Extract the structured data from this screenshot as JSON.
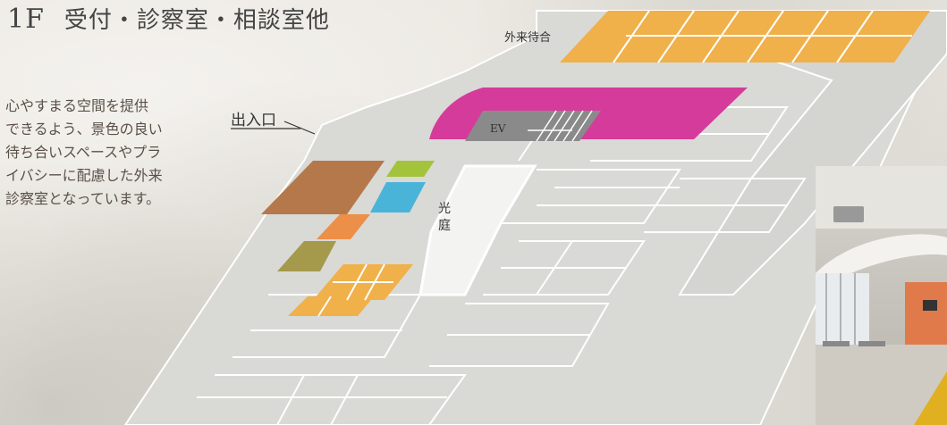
{
  "title": {
    "floor": "1F",
    "text": "受付・診察室・相談室他"
  },
  "description": [
    "心やすまる空間を提供",
    "できるよう、景色の良い",
    "待ち合いスペースやプラ",
    "イバシーに配慮した外来",
    "診察室となっています。"
  ],
  "map_labels": {
    "waiting": "外来待合",
    "ev": "EV",
    "entrance": "出入口",
    "courtyard_1": "光",
    "courtyard_2": "庭"
  },
  "colors": {
    "floor": "#d9d9d6",
    "walls": "#ffffff",
    "waiting_area": "#f0b04a",
    "ev_zone": "#d53b9a",
    "ev_core": "#8a8a8a",
    "room_brown": "#b5784a",
    "room_green": "#a3c43a",
    "room_blue": "#49b4d8",
    "room_orange": "#ec8f48",
    "room_olive": "#a59a4c"
  }
}
